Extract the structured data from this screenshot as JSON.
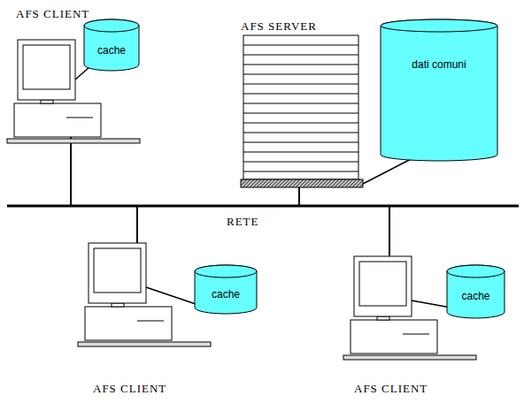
{
  "diagram": {
    "nodes": [
      {
        "text": [
          "AFS CLIENT"
        ]
      },
      {
        "text": [
          "cache"
        ]
      },
      {
        "text": [
          "AFS SERVER"
        ]
      },
      {
        "text": [
          "dati comuni"
        ]
      },
      {
        "text": [
          "AFS CLIENT"
        ]
      },
      {
        "text": [
          "cache"
        ]
      },
      {
        "text": [
          "AFS CLIENT"
        ]
      },
      {
        "text": [
          "cache"
        ]
      }
    ],
    "edges": [
      {
        "from": 0,
        "to": 1,
        "arrow": "none"
      },
      {
        "from": 2,
        "to": 3,
        "arrow": "none"
      },
      {
        "from": 4,
        "to": 5,
        "arrow": "none"
      },
      {
        "from": 6,
        "to": 7,
        "arrow": "none"
      }
    ],
    "labels": [
      "RETE"
    ]
  }
}
